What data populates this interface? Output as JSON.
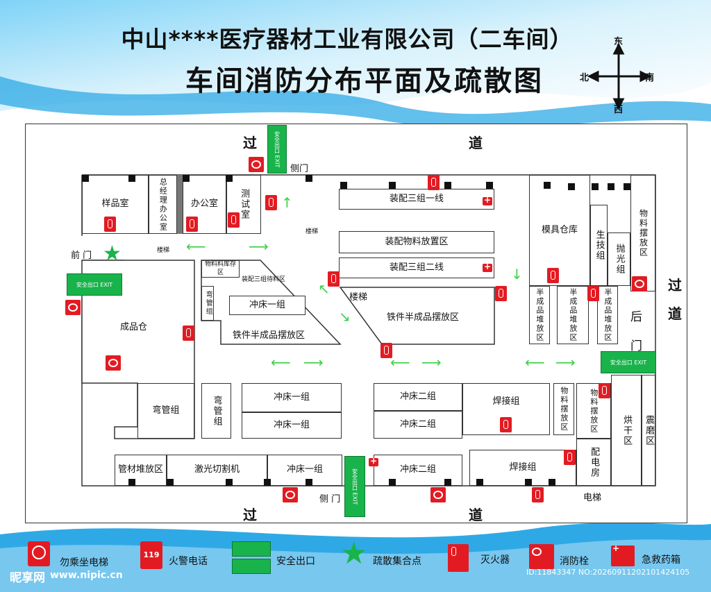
{
  "header": {
    "title_line1": "中山****医疗器材工业有限公司（二车间）",
    "title_line2": "车间消防分布平面及疏散图"
  },
  "compass": {
    "east": "东",
    "west": "西",
    "north": "北",
    "south": "南"
  },
  "roads": {
    "top_left": "过",
    "top_right": "道",
    "right_top": "过",
    "right_bottom": "道",
    "bottom_left": "过",
    "bottom_right": "道"
  },
  "labels": {
    "side_door_top": "侧门",
    "side_door_bottom": "侧  门",
    "front_door": "前  门",
    "stairs_top": "楼梯",
    "stairs_mid_left": "楼梯",
    "stairs_mid": "楼梯",
    "elevator": "电梯",
    "back_door_1": "后",
    "back_door_2": "门"
  },
  "rooms": {
    "sample_room": "样品室",
    "gm_office": "总经理办公室",
    "office": "办公室",
    "test_room": "测试室",
    "assembly_line1": "装配三组一线",
    "material_place": "装配物料放置区",
    "assembly_line2": "装配三组二线",
    "mold_warehouse": "模具仓库",
    "production_group": "生技组",
    "polish_group": "抛光组",
    "material_area_right": "物料摆放区",
    "semi_area_1": "半成品堆放区",
    "semi_area_2": "半成品堆放区",
    "semi_area_3": "半成品堆放区",
    "material_storage": "物料料库存区",
    "assembly3_waiting": "装配三组待料区",
    "bend_small": "弯管组",
    "punch_group1_a": "冲床一组",
    "iron_semi_left": "铁件半成品摆放区",
    "iron_semi_mid": "铁件半成品摆放区",
    "finished_warehouse": "成品仓",
    "bend_group_a": "弯管组",
    "bend_group_b": "弯管组",
    "punch1_b": "冲床一组",
    "punch1_c": "冲床一组",
    "punch2_a": "冲床二组",
    "punch2_b": "冲床二组",
    "welding_a": "焊接组",
    "material_area_b": "物料摆放区",
    "material_area_c": "物料摆放区",
    "dry_area": "烘干区",
    "vibration_area": "震磨区",
    "power_room": "配电房",
    "pipe_area": "管材堆放区",
    "laser": "激光切割机",
    "punch1_d": "冲床一组",
    "punch2_c": "冲床二组",
    "welding_b": "焊接组"
  },
  "legend": {
    "no_elevator": "勿乘坐电梯",
    "fire_phone": "火警电话",
    "fire_phone_number": "119",
    "safe_exit": "安全出口",
    "assembly_point": "疏散集合点",
    "extinguisher": "灭火器",
    "hydrant": "消防栓",
    "first_aid": "急救药箱"
  },
  "watermark": {
    "brand": "昵享网",
    "url": "www.nipic.cn",
    "id_text": "ID:11843347 NO:20260911202101424105"
  },
  "exit_sign_text": "安全出口 EXIT",
  "colors": {
    "sky": "#2fa9e6",
    "exit_green": "#19b34b",
    "fire_red": "#e21b23",
    "arrow_green": "#3fcf4a"
  }
}
